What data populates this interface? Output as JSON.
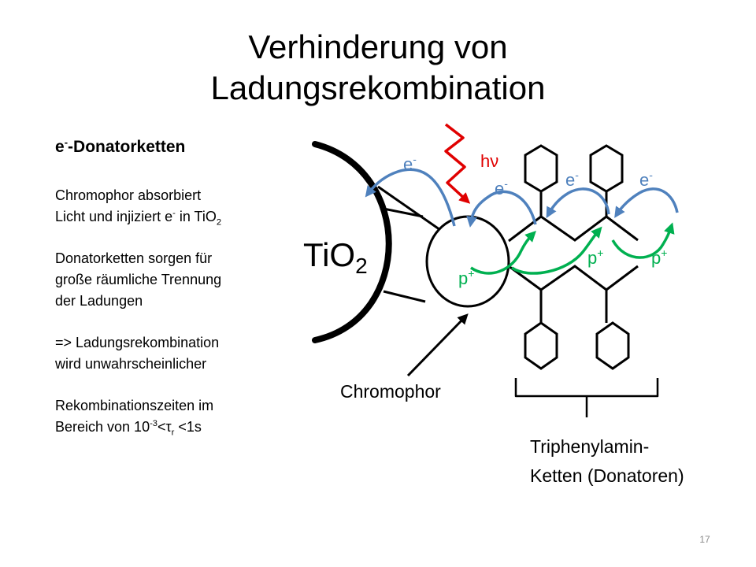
{
  "slide": {
    "title_line1": "Verhinderung von",
    "title_line2": "Ladungsrekombination",
    "page_number": "17"
  },
  "left_text": {
    "heading": {
      "prefix": "e",
      "sup": "-",
      "rest": "-Donatorketten"
    },
    "para1": {
      "line1": "Chromophor absorbiert",
      "line2a": "Licht und  injiziert e",
      "line2sup": "-",
      "line2b": " in TiO",
      "line2sub": "2"
    },
    "para2": {
      "line1": "Donatorketten sorgen für",
      "line2": "große räumliche Trennung",
      "line3": "der Ladungen"
    },
    "para3": {
      "line1": "=> Ladungsrekombination",
      "line2": "wird unwahrscheinlicher"
    },
    "para4": {
      "line1": "Rekombinationszeiten im",
      "line2a": "Bereich von 10",
      "line2sup": "-3",
      "line2b": "<τ",
      "line2sub": "r",
      "line2c": " <1s"
    }
  },
  "diagram": {
    "tio2": {
      "main": "TiO",
      "sub": "2"
    },
    "hv": "hν",
    "electron": {
      "symbol": "e",
      "charge": "-"
    },
    "hole": {
      "symbol": "p",
      "charge": "+"
    },
    "chromophor_label": "Chromophor",
    "chain_label_line1": "Triphenylamin-",
    "chain_label_line2": "Ketten (Donatoren)"
  },
  "colors": {
    "electron_arrow": "#4f81bd",
    "hole_arrow": "#00b050",
    "photon": "#e00000",
    "line": "#000000"
  }
}
